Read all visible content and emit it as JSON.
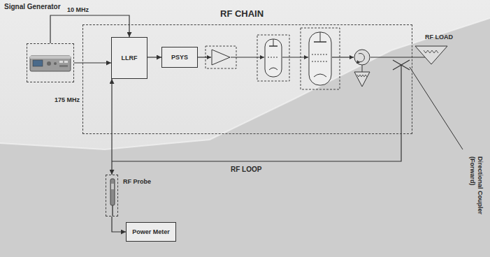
{
  "diagram": {
    "nodes": [
      {
        "text": [
          "Signal Generator"
        ]
      },
      {
        "text": [
          "RF CHAIN"
        ]
      },
      {
        "text": [
          "LLRF"
        ],
        "in": 1
      },
      {
        "text": [
          "PSYS"
        ],
        "in": 1
      },
      {
        "text": [
          "RF LOAD"
        ]
      },
      {
        "text": [
          "RF Probe"
        ]
      },
      {
        "text": [
          "Power Meter"
        ]
      }
    ],
    "edges": [
      {
        "from": 0,
        "to": 2,
        "label": "10 MHz",
        "arrow": "to"
      },
      {
        "from": 0,
        "to": 2,
        "label": "175 MHz",
        "arrow": "to"
      },
      {
        "from": 2,
        "to": 3,
        "arrow": "to"
      },
      {
        "from": 2,
        "to": 5,
        "arrow": "both"
      },
      {
        "from": 5,
        "to": 6,
        "arrow": "to"
      }
    ],
    "labels": [
      "RF LOOP",
      "Directional Coupler (Forward)"
    ]
  }
}
